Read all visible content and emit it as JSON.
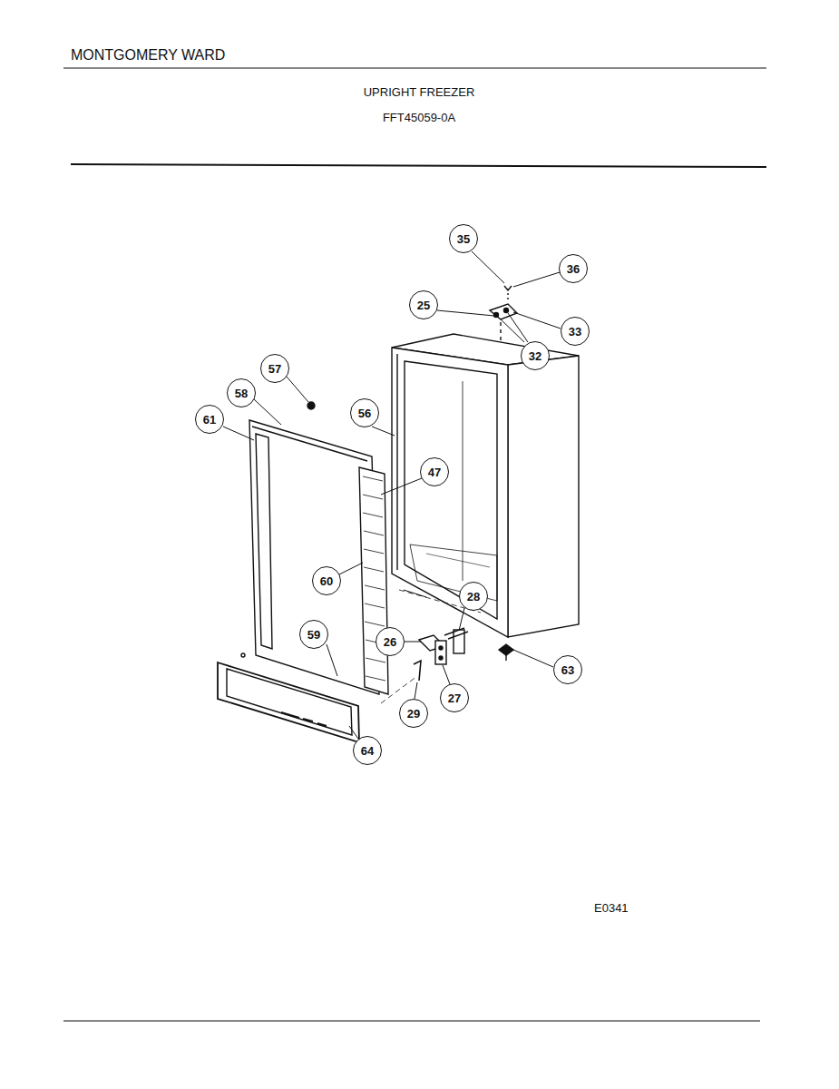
{
  "diagram": {
    "title": "UPRIGHT FREEZER",
    "nodes": [
      {
        "text": [
          "35"
        ]
      },
      {
        "text": [
          "36"
        ]
      },
      {
        "text": [
          "25"
        ]
      },
      {
        "text": [
          "33"
        ]
      },
      {
        "text": [
          "32"
        ]
      },
      {
        "text": [
          "57"
        ]
      },
      {
        "text": [
          "58"
        ]
      },
      {
        "text": [
          "56"
        ]
      },
      {
        "text": [
          "61"
        ]
      },
      {
        "text": [
          "47"
        ]
      },
      {
        "text": [
          "60"
        ]
      },
      {
        "text": [
          "28"
        ]
      },
      {
        "text": [
          "59"
        ]
      },
      {
        "text": [
          "26"
        ]
      },
      {
        "text": [
          "63"
        ]
      },
      {
        "text": [
          "27"
        ]
      },
      {
        "text": [
          "29"
        ]
      },
      {
        "text": [
          "64"
        ]
      }
    ],
    "labels": [
      "MONTGOMERY WARD",
      "FFT45059-0A",
      "E0341"
    ]
  }
}
